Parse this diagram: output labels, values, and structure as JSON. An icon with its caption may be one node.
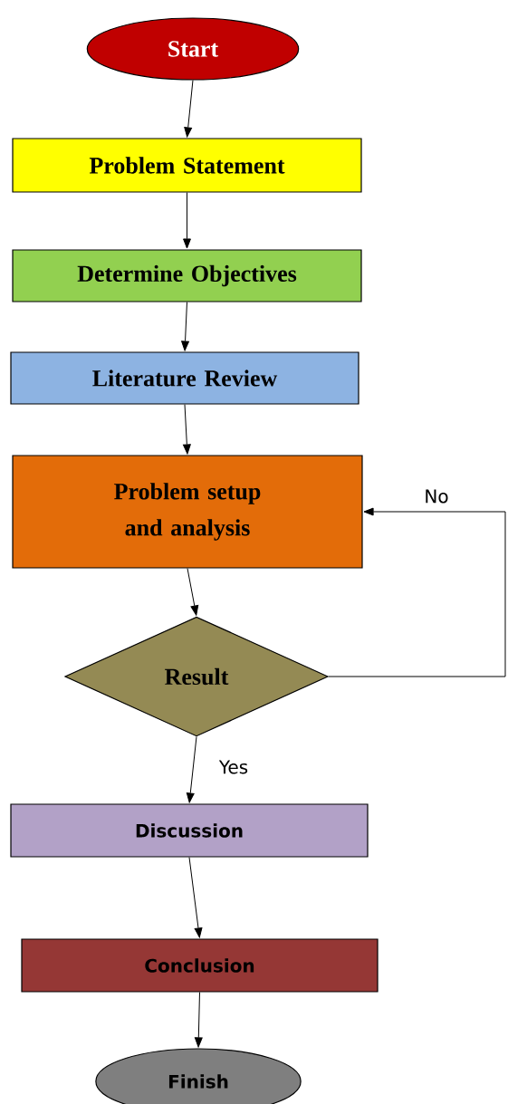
{
  "diagram": {
    "nodes": [
      {
        "text": [
          "Start"
        ]
      },
      {
        "text": [
          "Problem Statement"
        ]
      },
      {
        "text": [
          "Determine Objectives"
        ]
      },
      {
        "text": [
          "Literature Review"
        ]
      },
      {
        "text": [
          "Problem setup and analysis"
        ]
      },
      {
        "text": [
          "Result"
        ]
      },
      {
        "text": [
          "Discussion"
        ]
      },
      {
        "text": [
          "Conclusion"
        ]
      },
      {
        "text": [
          "Finish"
        ]
      }
    ],
    "edges": [
      {
        "from": 0,
        "to": 1,
        "arrow": "to"
      },
      {
        "from": 1,
        "to": 2,
        "arrow": "to"
      },
      {
        "from": 2,
        "to": 3,
        "arrow": "to"
      },
      {
        "from": 3,
        "to": 4,
        "arrow": "to"
      },
      {
        "from": 4,
        "to": 5,
        "arrow": "to"
      },
      {
        "from": 5,
        "to": 6,
        "arrow": "to",
        "label": "Yes"
      },
      {
        "from": 6,
        "to": 7,
        "arrow": "to"
      },
      {
        "from": 7,
        "to": 8,
        "arrow": "to"
      },
      {
        "from": 5,
        "to": 4,
        "arrow": "to",
        "label": "No"
      }
    ]
  }
}
